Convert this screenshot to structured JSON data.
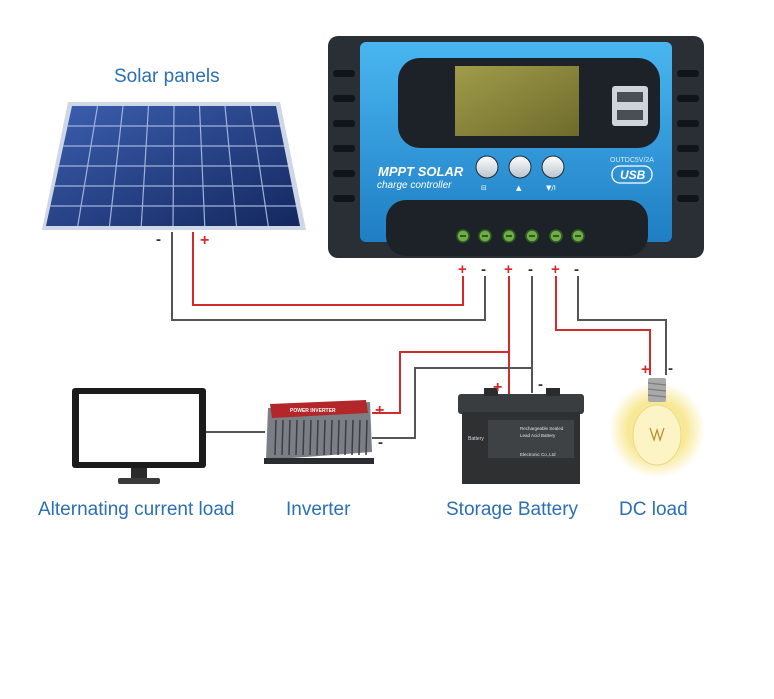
{
  "colors": {
    "label": "#2b6fb4",
    "wire_positive": "#d42a2a",
    "wire_negative": "#555555",
    "controller_body": "#2f9ee6",
    "controller_frame": "#2a2f36",
    "lcd": "#8c8a3e",
    "bulb_glow": "#f6e27a"
  },
  "labels": {
    "solar_panels": "Solar panels",
    "ac_load": "Alternating current load",
    "inverter": "Inverter",
    "storage_battery": "Storage Battery",
    "dc_load": "DC load"
  },
  "controller": {
    "line1": "MPPT SOLAR",
    "line2": "charge controller",
    "usb_rating": "OUTDC5V/2A",
    "usb_badge": "USB",
    "button_marks": [
      "⊟",
      "▲",
      "▼/I"
    ]
  },
  "battery": {
    "brand": "Battery",
    "line1": "Rechargeable Sealed",
    "line2": "Lead Acid Battery",
    "line3": "Electronic Co.,Ltd"
  },
  "inverter": {
    "panel_text": "POWER INVERTER"
  },
  "polarity": {
    "plus": "+",
    "minus": "-"
  }
}
